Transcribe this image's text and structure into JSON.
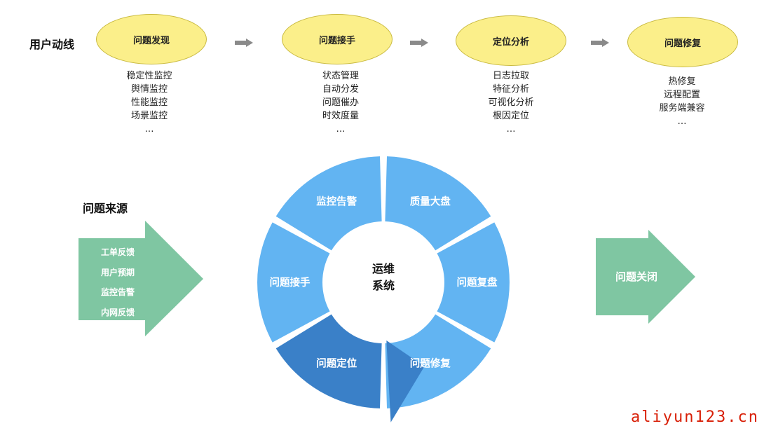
{
  "user_flow": {
    "label": "用户动线",
    "stages": [
      {
        "title": "问题发现",
        "items": [
          "稳定性监控",
          "舆情监控",
          "性能监控",
          "场景监控",
          "…"
        ]
      },
      {
        "title": "问题接手",
        "items": [
          "状态管理",
          "自动分发",
          "问题催办",
          "时效度量",
          "…"
        ]
      },
      {
        "title": "定位分析",
        "items": [
          "日志拉取",
          "特征分析",
          "可视化分析",
          "根因定位",
          "…"
        ]
      },
      {
        "title": "问题修复",
        "items": [
          "热修复",
          "远程配置",
          "服务端兼容",
          "…"
        ]
      }
    ]
  },
  "sources": {
    "label": "问题来源",
    "items": [
      "工单反馈",
      "用户预期",
      "监控告警",
      "内网反馈"
    ]
  },
  "cycle": {
    "center_line1": "运维",
    "center_line2": "系统",
    "segments": [
      "质量大盘",
      "问题复盘",
      "问题修复",
      "问题定位",
      "问题接手",
      "监控告警"
    ]
  },
  "close": {
    "label": "问题关闭"
  },
  "watermark": "aliyun123.cn",
  "colors": {
    "stage_fill": "#fbef8a",
    "segment_light": "#62b4f2",
    "segment_dark": "#3a80c8",
    "green_arrow": "#7fc6a2",
    "flow_arrow": "#8a8a8a",
    "watermark": "#d81e06"
  }
}
